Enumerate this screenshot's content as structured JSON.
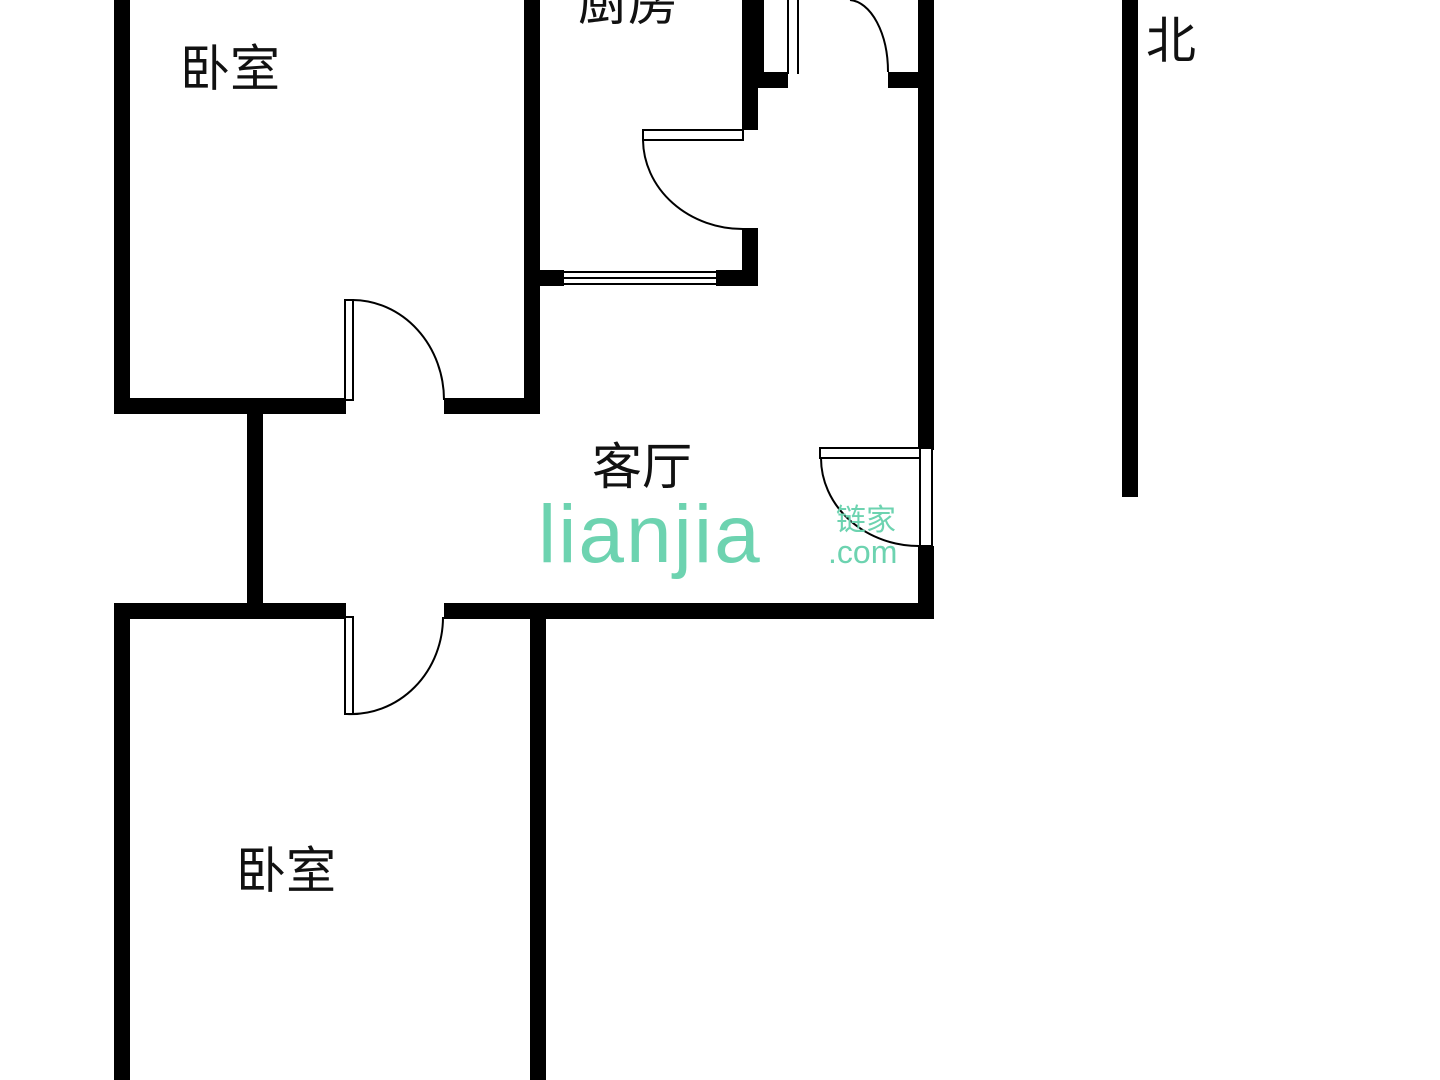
{
  "labels": {
    "bedroom_top": "卧室",
    "kitchen": "厨房",
    "living_room": "客厅",
    "bedroom_bottom": "卧室",
    "north": "北"
  },
  "watermark": {
    "brand": "lianjia",
    "cn": "链家",
    "domain": ".com"
  },
  "colors": {
    "wall": "#000000",
    "background": "#ffffff",
    "watermark": "#6dd3b0",
    "label": "#111111"
  }
}
